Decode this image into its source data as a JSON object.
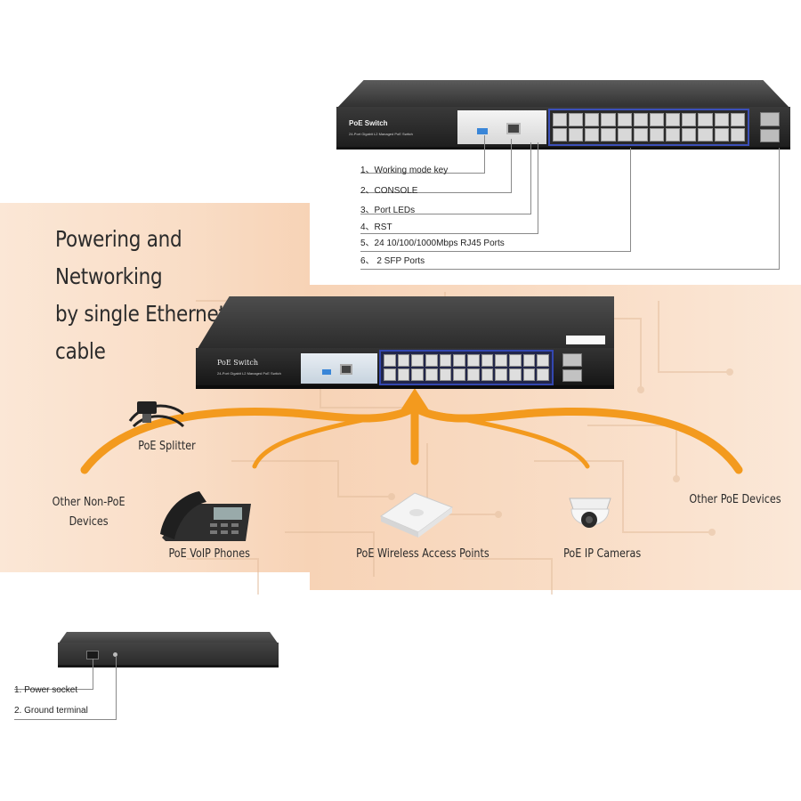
{
  "front_panel": {
    "switch_label": "PoE Switch",
    "switch_sublabel": "24-Port Gigabit L2 Managed PoE Switch",
    "callouts": [
      "1、Working mode key",
      "2、CONSOLE",
      "3、Port LEDs",
      "4、RST",
      "5、24 10/100/1000Mbps RJ45  Ports",
      "6、 2 SFP Ports"
    ]
  },
  "headline": {
    "line1": "Powering and Networking",
    "line2": "by single Ethernet cable"
  },
  "main_switch": {
    "label": "PoE Switch",
    "sublabel": "24-Port Gigabit L2 Managed PoE Switch"
  },
  "devices": {
    "poe_splitter": "PoE Splitter",
    "other_non_poe_line1": "Other Non-PoE",
    "other_non_poe_line2": "Devices",
    "voip_phones": "PoE VoIP Phones",
    "wireless_ap": "PoE Wireless Access Points",
    "ip_cameras": "PoE IP Cameras",
    "other_poe": "Other PoE Devices"
  },
  "back_panel": {
    "callouts": [
      "1. Power socket",
      "2. Ground terminal"
    ]
  },
  "colors": {
    "accent_orange": "#f39a1e",
    "port_blue": "#3347b0",
    "band_peach": "#f9ddc6"
  }
}
